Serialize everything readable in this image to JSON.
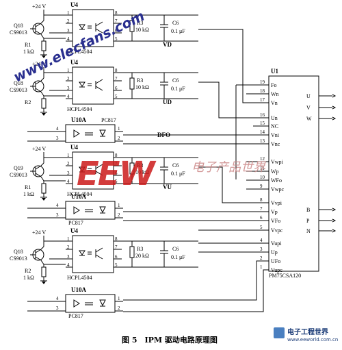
{
  "watermarks": {
    "elecfans": "www.elecfans.com",
    "eew_logo": "EEW",
    "eew_tagline": "电子产品世界",
    "corner_logo_cn": "电子工程世界",
    "corner_logo_url": "www.eeworld.com.cn"
  },
  "supply": {
    "label": "+24 V"
  },
  "transistors": [
    {
      "q": "Q18",
      "part": "CS9013"
    },
    {
      "q": "Q18",
      "part": "CS9013"
    },
    {
      "q": "Q19",
      "part": "CS9013"
    },
    {
      "q": "Q18",
      "part": "CS9013"
    }
  ],
  "resistors_r1": [
    {
      "name": "R1",
      "value": "1 kΩ"
    },
    {
      "name": "R2",
      "value": ""
    },
    {
      "name": "R1",
      "value": "1 kΩ"
    },
    {
      "name": "R2",
      "value": "1 kΩ"
    }
  ],
  "hcpl": [
    {
      "u": "U4",
      "part": "HCPL4504",
      "r": "R3",
      "rval": "10 kΩ",
      "c": "C6",
      "cval": "0.1 μF",
      "net": "VD"
    },
    {
      "u": "U4",
      "part": "HCPL4504",
      "r": "R3",
      "rval": "10 kΩ",
      "c": "C6",
      "cval": "0.1 μF",
      "net": "UD"
    },
    {
      "u": "U4",
      "part": "HCPL4504",
      "r": "R3",
      "rval": "10 kΩ",
      "c": "C6",
      "cval": "0.1 μF",
      "net": "VU"
    },
    {
      "u": "U4",
      "part": "HCPL4504",
      "r": "R3",
      "rval": "20 kΩ",
      "c": "C6",
      "cval": "0.1 μF",
      "net": ""
    }
  ],
  "pc817": [
    {
      "u": "U10A",
      "part": "PC817",
      "net": "DFO"
    },
    {
      "u": "U10A",
      "part": "PC817",
      "net": ""
    },
    {
      "u": "U10A",
      "part": "PC817",
      "net": ""
    }
  ],
  "pin_numbers_left": [
    "1",
    "2",
    "3",
    "4"
  ],
  "pin_numbers_right": [
    "8",
    "7",
    "6",
    "5"
  ],
  "ipm": {
    "ref": "U1",
    "part": "PM75CSA120",
    "pins_left": [
      {
        "num": "19",
        "name": "Fo"
      },
      {
        "num": "18",
        "name": "Wn"
      },
      {
        "num": "17",
        "name": "Vn"
      },
      {
        "num": "16",
        "name": "Un"
      },
      {
        "num": "15",
        "name": "NC"
      },
      {
        "num": "14",
        "name": "Vni"
      },
      {
        "num": "13",
        "name": "Vnc"
      },
      {
        "num": "12",
        "name": "Vwpi"
      },
      {
        "num": "11",
        "name": "Wp"
      },
      {
        "num": "10",
        "name": "WFo"
      },
      {
        "num": "9",
        "name": "Vwpc"
      },
      {
        "num": "8",
        "name": "Vvpi"
      },
      {
        "num": "7",
        "name": "Vp"
      },
      {
        "num": "6",
        "name": "VFo"
      },
      {
        "num": "5",
        "name": "Vvpc"
      },
      {
        "num": "4",
        "name": "Vupi"
      },
      {
        "num": "3",
        "name": "Up"
      },
      {
        "num": "2",
        "name": "UFo"
      },
      {
        "num": "1",
        "name": "Vupc"
      }
    ],
    "pins_right": [
      "U",
      "V",
      "W",
      "B",
      "P",
      "N"
    ]
  },
  "caption": "图 5　IPM 驱动电路原理图"
}
